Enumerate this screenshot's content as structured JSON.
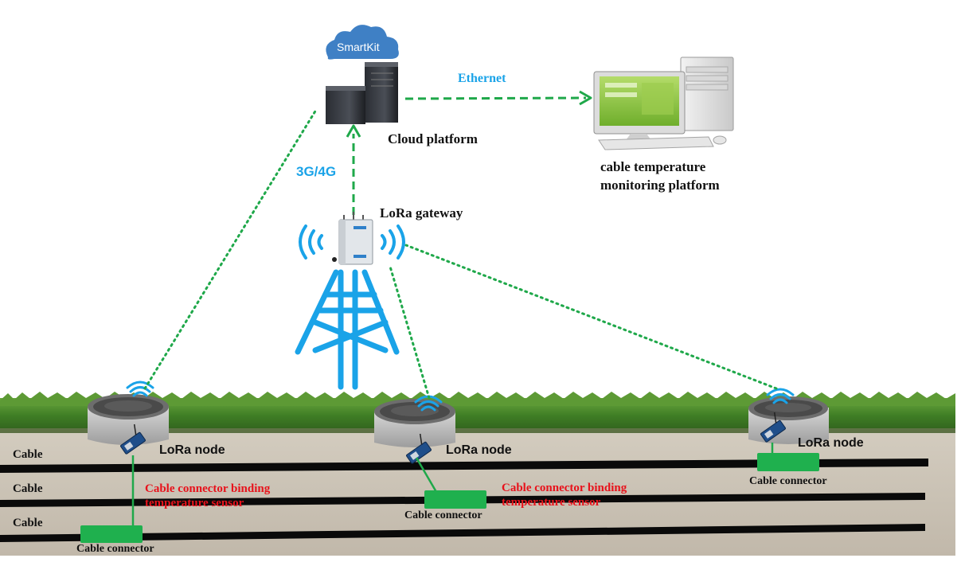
{
  "cloud": {
    "brand": "SmartKit",
    "label": "Cloud platform"
  },
  "links": {
    "ethernet": "Ethernet",
    "cellular": "3G/4G"
  },
  "monitor": {
    "line1": "cable temperature",
    "line2": "monitoring platform"
  },
  "gateway": {
    "label": "LoRa gateway"
  },
  "nodes": [
    {
      "label": "LoRa node"
    },
    {
      "label": "LoRa node"
    },
    {
      "label": "LoRa node"
    }
  ],
  "cables": {
    "label1": "Cable",
    "label2": "Cable",
    "label3": "Cable"
  },
  "annotations": {
    "sensor_left_line1": "Cable connector binding",
    "sensor_left_line2": "temperature sensor",
    "sensor_mid_line1": "Cable connector binding",
    "sensor_mid_line2": "temperature sensor",
    "connector_left": "Cable connector",
    "connector_mid": "Cable connector",
    "connector_right": "Cable connector"
  },
  "colors": {
    "accent_blue": "#1aa3e8",
    "link_green": "#1fa84a",
    "annotation_red": "#e8121b",
    "connector_green": "#1fb04e",
    "cable_black": "#0a0a0a",
    "soil": "#c9c1b4",
    "grass": "#4e8f2e"
  }
}
